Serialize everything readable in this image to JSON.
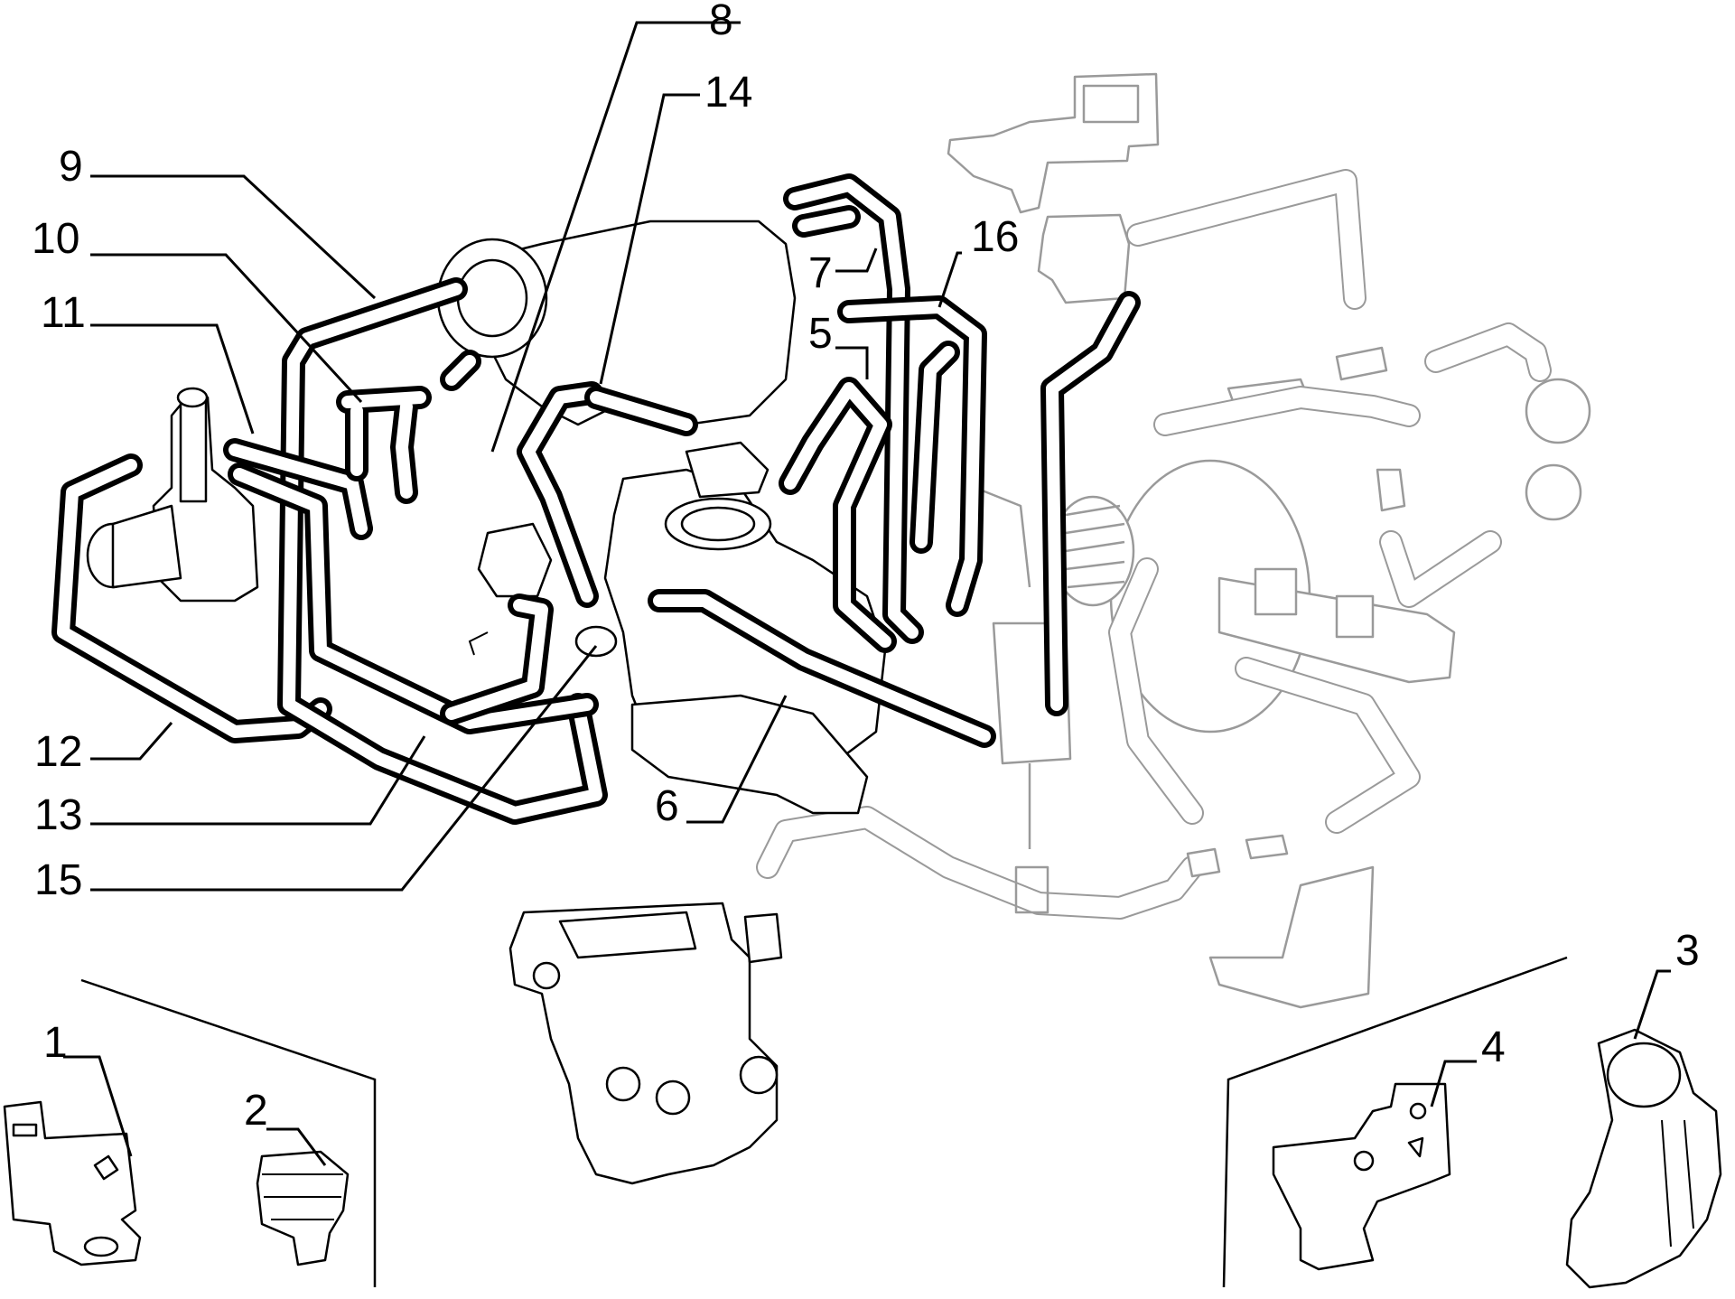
{
  "diagram": {
    "callouts": [
      {
        "id": "c1",
        "text": "1"
      },
      {
        "id": "c2",
        "text": "2"
      },
      {
        "id": "c3",
        "text": "3"
      },
      {
        "id": "c4",
        "text": "4"
      },
      {
        "id": "c5",
        "text": "5"
      },
      {
        "id": "c6",
        "text": "6"
      },
      {
        "id": "c7",
        "text": "7"
      },
      {
        "id": "c8",
        "text": "8"
      },
      {
        "id": "c9",
        "text": "9"
      },
      {
        "id": "c10",
        "text": "10"
      },
      {
        "id": "c11",
        "text": "11"
      },
      {
        "id": "c12",
        "text": "12"
      },
      {
        "id": "c13",
        "text": "13"
      },
      {
        "id": "c14",
        "text": "14"
      },
      {
        "id": "c15",
        "text": "15"
      },
      {
        "id": "c16",
        "text": "16"
      }
    ],
    "colors": {
      "ink": "#000000",
      "ghost": "#9a9a9a",
      "background": "#ffffff"
    }
  }
}
